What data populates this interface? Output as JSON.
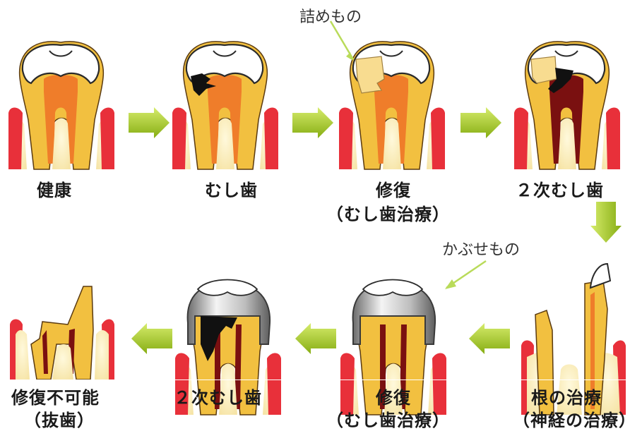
{
  "stages": [
    {
      "id": "healthy",
      "label": "健康",
      "sublabel": ""
    },
    {
      "id": "caries",
      "label": "むし歯",
      "sublabel": ""
    },
    {
      "id": "restoration-1",
      "label": "修復",
      "sublabel": "（むし歯治療）"
    },
    {
      "id": "secondary-caries-1",
      "label": "２次むし歯",
      "sublabel": ""
    },
    {
      "id": "root-treatment",
      "label": "根の治療",
      "sublabel": "（神経の治療）"
    },
    {
      "id": "restoration-2",
      "label": "修復",
      "sublabel": "（むし歯治療）"
    },
    {
      "id": "secondary-caries-2",
      "label": "２次むし歯",
      "sublabel": ""
    },
    {
      "id": "unrestorable",
      "label": "修復不可能",
      "sublabel": "（抜歯）"
    }
  ],
  "callouts": {
    "filling": "詰めもの",
    "crown": "かぶせもの"
  },
  "colors": {
    "enamel": "#ffffff",
    "dentin": "#f2c040",
    "pulp": "#ef7d2a",
    "gum": "#e8303a",
    "bone": "#fbeec0",
    "decay": "#111111",
    "deep_decay": "#7a1010",
    "filling": "#f8dc90",
    "crown_metal": "#cccccc",
    "arrow": "#9dc323",
    "callout_line": "#b9db5a"
  }
}
